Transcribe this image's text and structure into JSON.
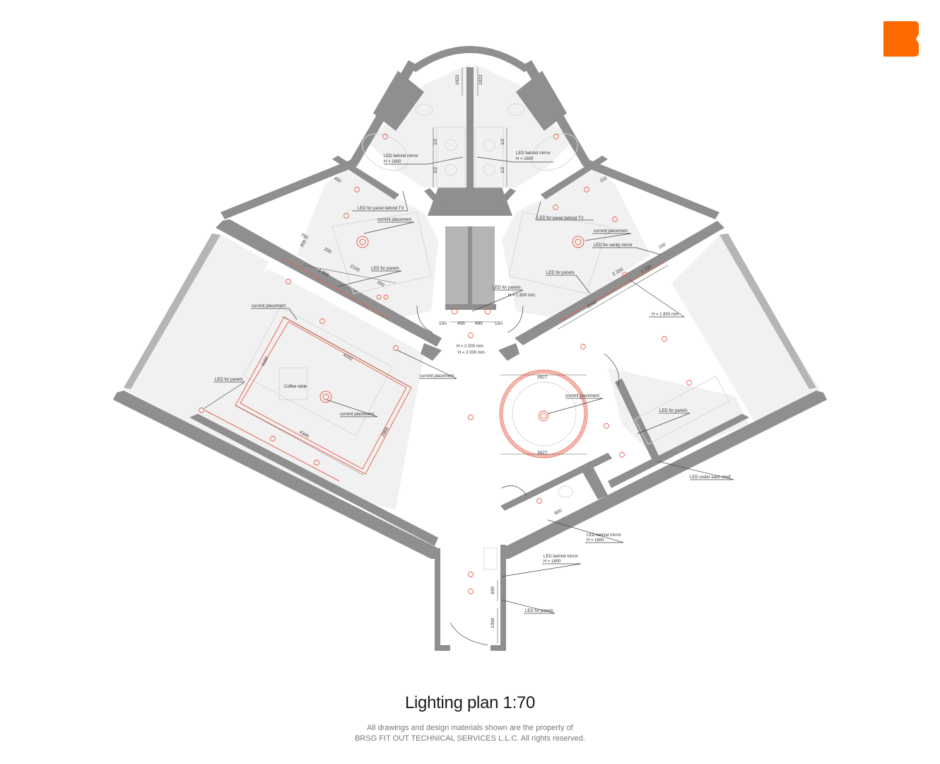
{
  "brand": {
    "logo_color": "#ff6a00"
  },
  "caption": {
    "title": "Lighting plan 1:70",
    "note_line1": "All drawings and design materials shown are the property of",
    "note_line2": "BRSG FIT OUT TECHNICAL SERVICES L.L.C. All rights reserved."
  },
  "labels": {
    "led_mirror_left": "LED behind mirror",
    "h1600_left": "H = 1600",
    "led_mirror_right": "LED behind mirror",
    "h1600_right": "H = 1600",
    "led_tv_left": "LED for panel behind TV",
    "led_tv_right": "LED for panel behind TV",
    "current_placement_1": "current placement",
    "current_placement_2": "current placement",
    "current_placement_3": "current placement",
    "current_placement_4": "current placement",
    "current_placement_5": "current placement",
    "current_placement_6": "current placement",
    "led_vanity": "LED for vanity mirror",
    "led_panels_1": "LED for panels",
    "led_panels_2": "LED for panels",
    "led_panels_3": "LED for panels",
    "led_panels_4": "LED for panels",
    "led_panels_5": "LED for panels",
    "led_panels_6": "LED for panels",
    "h1800_a": "H = 1 800 mm",
    "h1800_b": "H = 1 800 mm",
    "h2000_a": "H = 2 000 mm",
    "h2000_b": "H = 2 000 mm",
    "led_shelf": "LED under each shelf",
    "led_mirror_bath2": "LED behind mirror",
    "h1600_bath2": "H = 1600",
    "led_mirror_bath3": "LED behind mirror",
    "h1600_bath3": "H = 1600",
    "coffee_table": "Coffee table"
  },
  "dims": {
    "d1022a": "1022",
    "d1022b": "1022",
    "d12a": "1/2",
    "d12b": "1/2",
    "d12c": "1/2",
    "d12d": "1/2",
    "d450": "450",
    "d150": "150",
    "d750": "750",
    "d300": "300",
    "d200a": "200",
    "d2100": "2100",
    "d1000": "1 000",
    "d200b": "200",
    "d150b": "150",
    "d495a": "495",
    "d495b": "495",
    "d150c": "150",
    "d100": "100",
    "d2200": "2 200",
    "d1200": "1 200",
    "d2500": "2500",
    "d3927a": "3927",
    "d3927b": "3927",
    "d4192": "4192",
    "d3160": "3160",
    "d4346": "4346",
    "d2868": "2868",
    "d800": "800",
    "d600": "600",
    "d1300": "1300"
  }
}
